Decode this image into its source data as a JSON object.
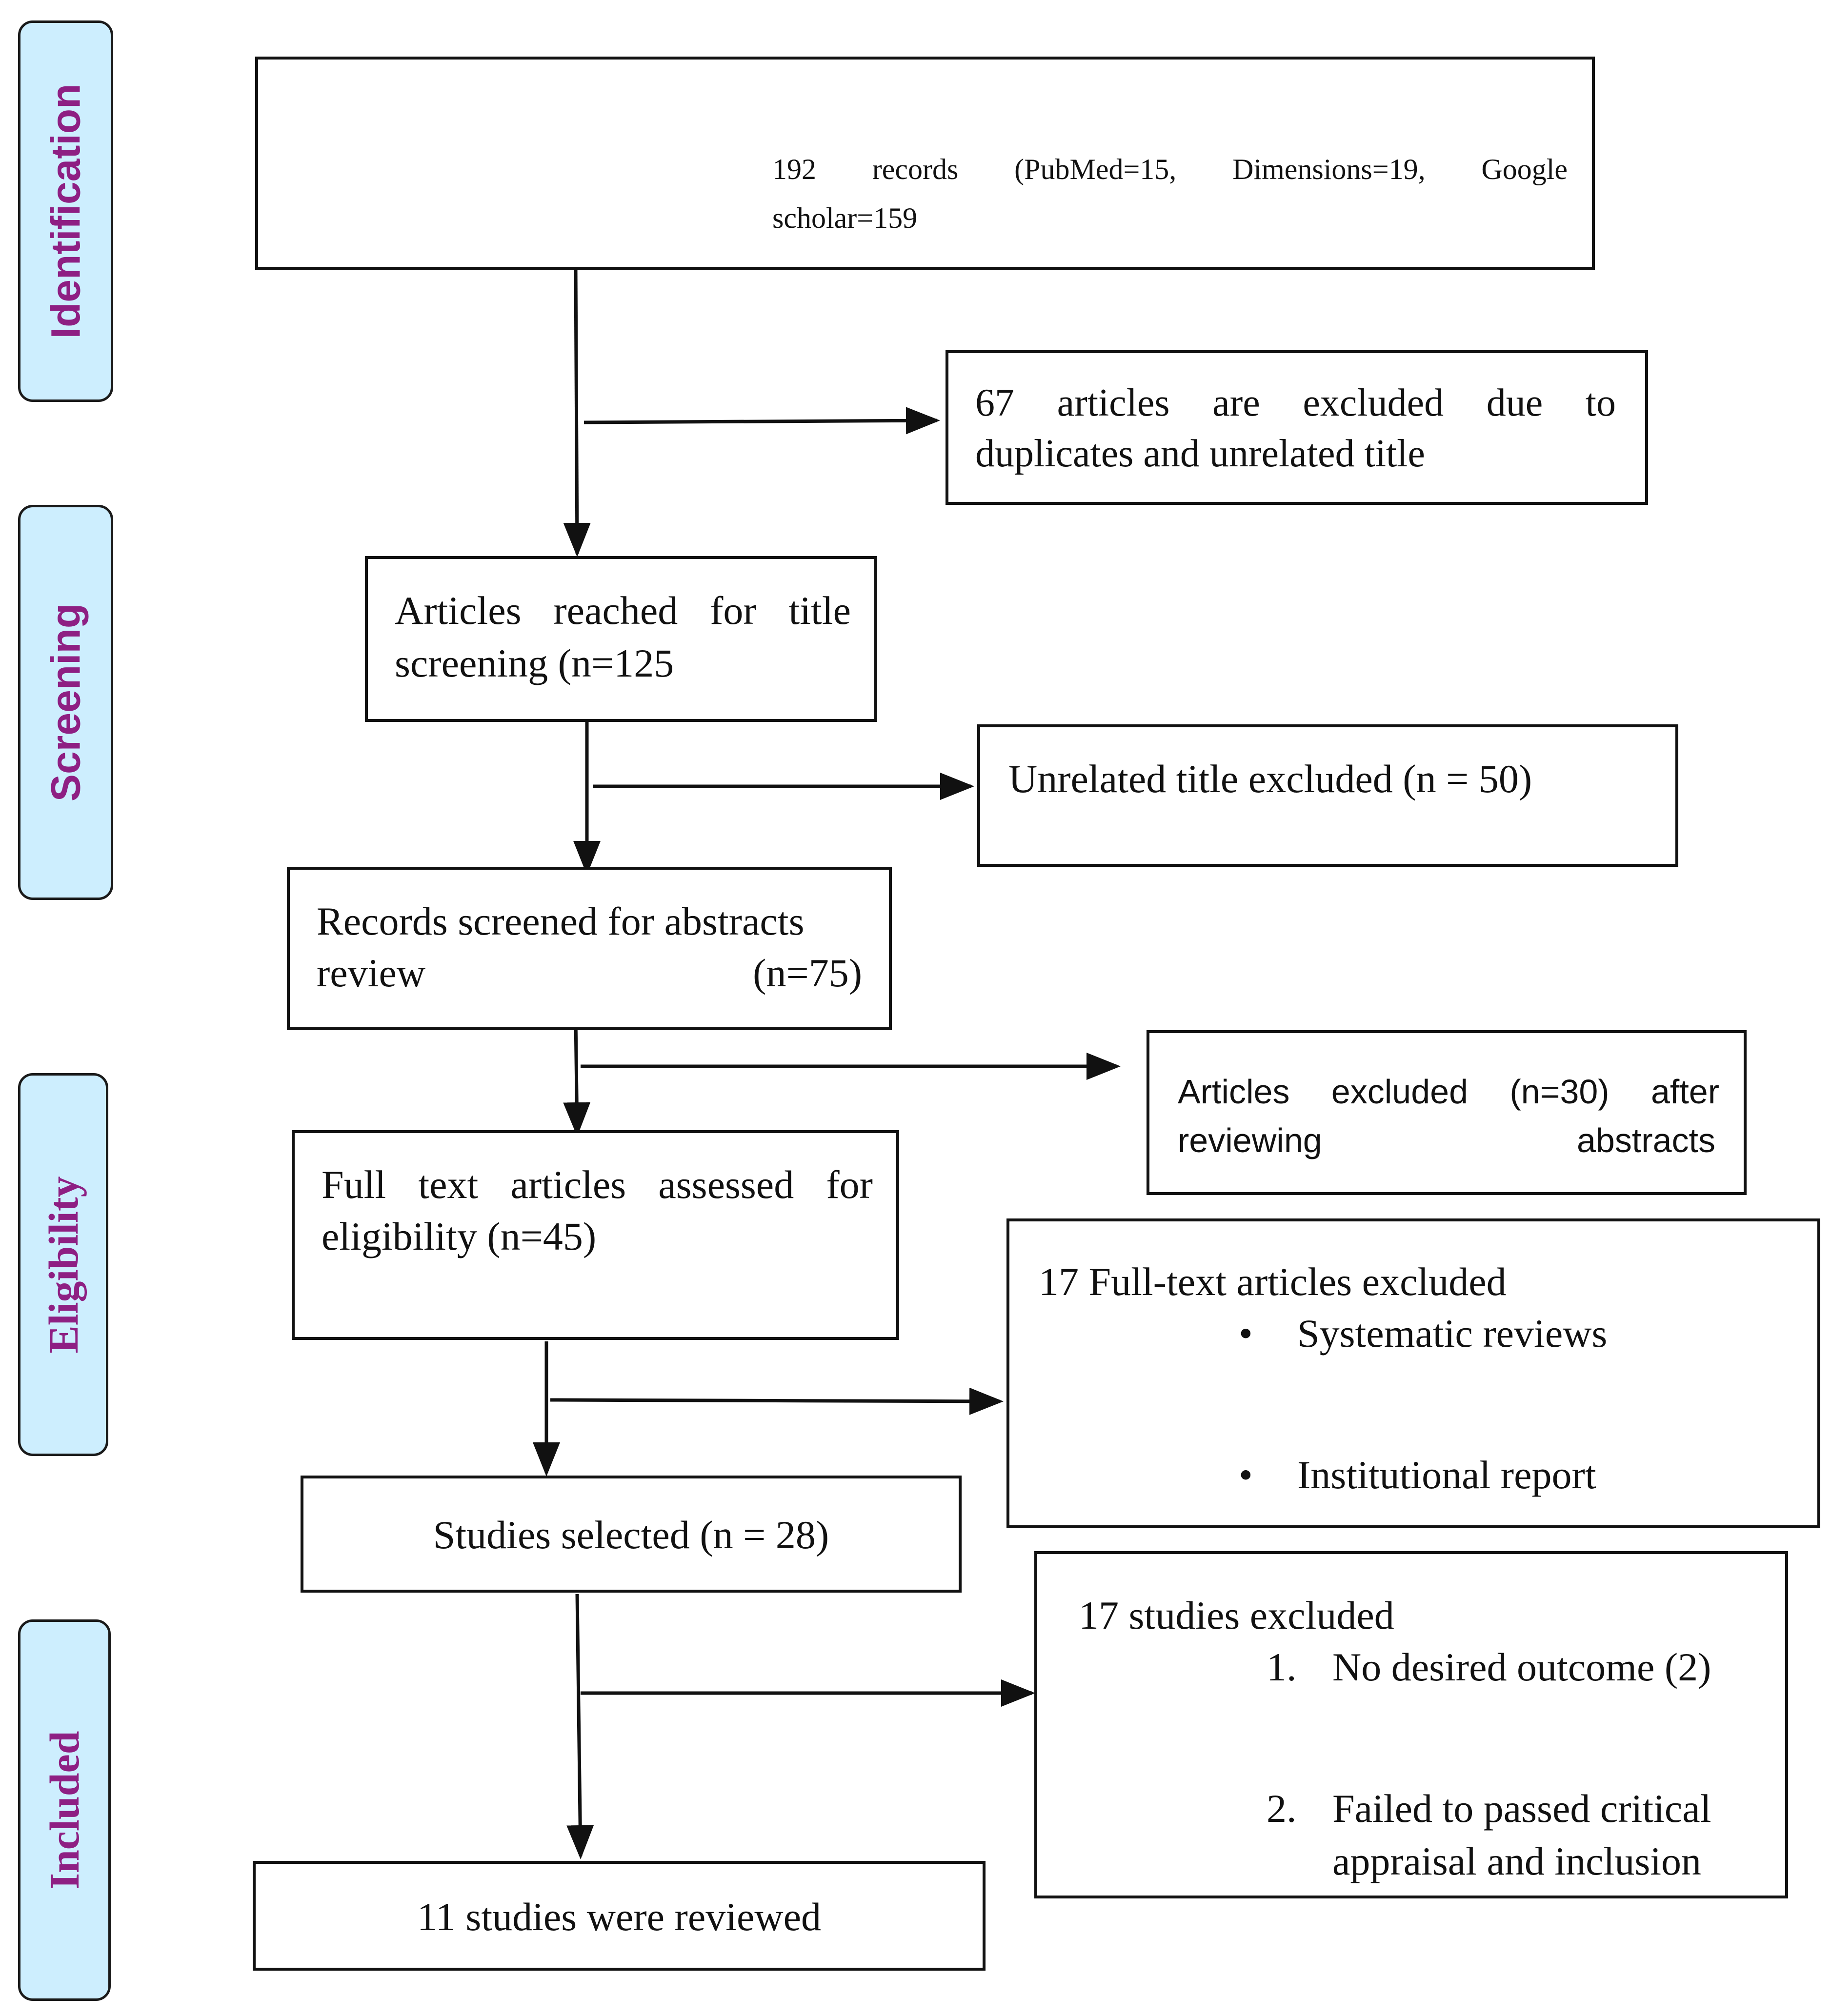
{
  "phases": {
    "identification": "Identification",
    "screening": "Screening",
    "eligibility": "Eligibility",
    "included": "Included"
  },
  "boxes": {
    "records": {
      "line1_words": [
        "192",
        "records",
        "(PubMed=15,",
        "Dimensions=19,",
        "Google"
      ],
      "line2": "scholar=159"
    },
    "excluded_duplicates": {
      "line1_words": [
        "67",
        "articles",
        "are",
        "excluded",
        "due",
        "to"
      ],
      "line2": "duplicates and unrelated title"
    },
    "title_screening": {
      "line1_words": [
        "Articles",
        "reached",
        "for",
        "title"
      ],
      "line2": "screening (n=125"
    },
    "unrelated_excluded": {
      "text": "Unrelated title excluded (n = 50)"
    },
    "abstract_review": {
      "line1": "Records screened for abstracts",
      "line2_left": "review",
      "line2_right": "(n=75)"
    },
    "abstract_excluded": {
      "line1_words": [
        "Articles",
        "excluded",
        "(n=30)",
        "after"
      ],
      "line2_left": "reviewing",
      "line2_right": "abstracts"
    },
    "full_text": {
      "line1_words": [
        "Full",
        "text",
        "articles",
        "assessed",
        "for"
      ],
      "line2": "eligibility (n=45)"
    },
    "full_text_excluded": {
      "title": "17 Full-text articles excluded",
      "bullet_marker": "•",
      "items": [
        "Systematic reviews",
        "Institutional report"
      ]
    },
    "studies_selected": {
      "text": "Studies selected (n = 28)"
    },
    "studies_excluded": {
      "title": "17 studies excluded",
      "items": [
        {
          "marker": "1.",
          "text": "No desired outcome (2)"
        },
        {
          "marker": "2.",
          "text": "Failed to passed critical",
          "text2": "appraisal and inclusion"
        }
      ]
    },
    "reviewed": {
      "text": "11 studies were reviewed"
    }
  },
  "colors": {
    "phase_fill": "#cdeefe",
    "phase_text": "#8e1f83",
    "line": "#111111"
  }
}
